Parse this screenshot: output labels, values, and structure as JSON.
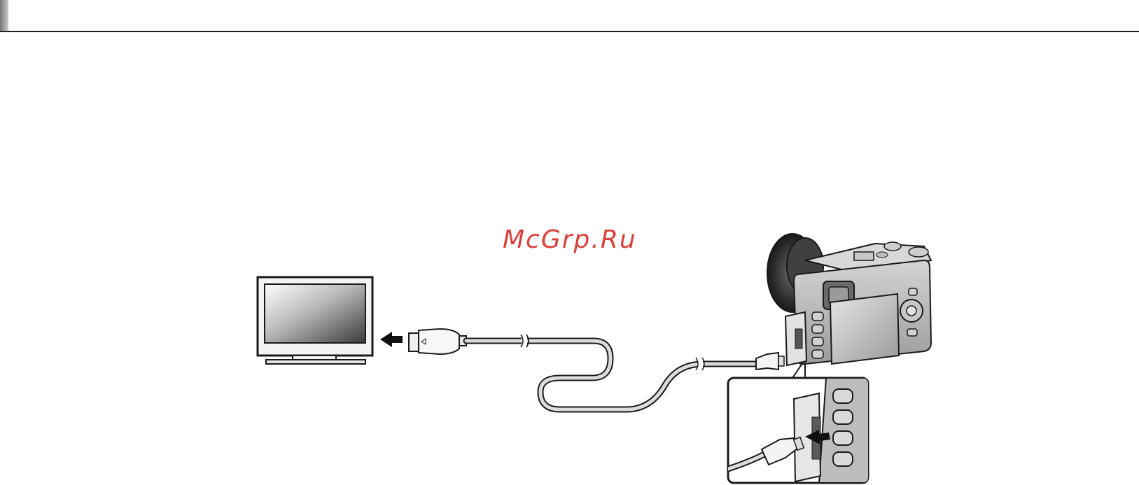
{
  "watermark": {
    "text": "McGrp.Ru",
    "color": "#d9413b"
  },
  "header": {
    "accent_color": "#999999",
    "rule_color": "#222222"
  },
  "diagram": {
    "items": [
      {
        "name": "television",
        "icon": "tv-icon"
      },
      {
        "name": "hdmi-plug-tv-end",
        "icon": "hdmi-plug-icon"
      },
      {
        "name": "hdmi-cable",
        "icon": "cable-icon"
      },
      {
        "name": "micro-hdmi-plug-camera-end",
        "icon": "micro-hdmi-plug-icon"
      },
      {
        "name": "camera",
        "icon": "camera-icon"
      },
      {
        "name": "connector-detail-inset",
        "icon": "zoom-inset-icon"
      }
    ],
    "arrows": [
      "insert-into-tv",
      "insert-into-camera",
      "insert-into-camera-detail"
    ]
  }
}
